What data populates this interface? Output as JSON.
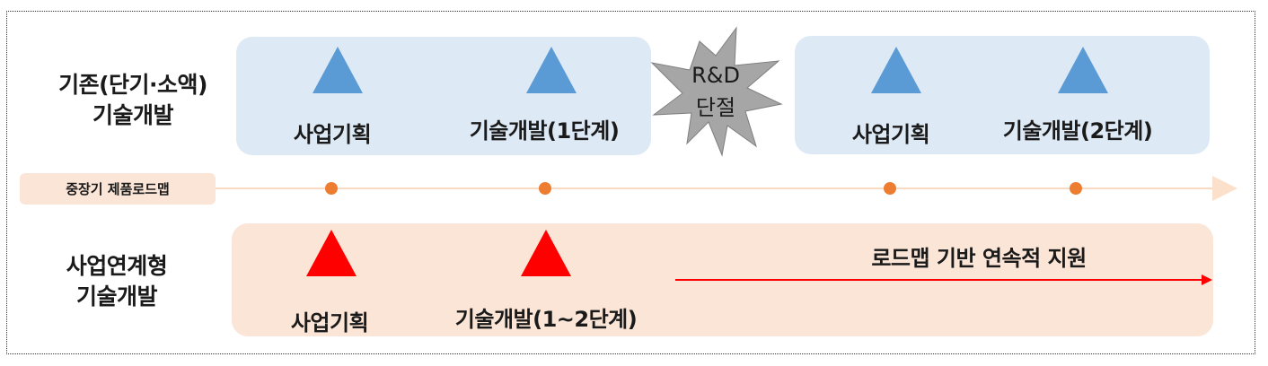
{
  "rows": {
    "existing": {
      "label_line1": "기존(단기·소액)",
      "label_line2": "기술개발",
      "steps": [
        {
          "label": "사업기획",
          "marker_color": "#5b9bd5"
        },
        {
          "label": "기술개발(1단계)",
          "marker_color": "#5b9bd5"
        },
        {
          "label": "사업기획",
          "marker_color": "#5b9bd5"
        },
        {
          "label": "기술개발(2단계)",
          "marker_color": "#5b9bd5"
        }
      ],
      "gap": {
        "line1": "R&D",
        "line2": "단절",
        "color": "#a6a6a6"
      },
      "box_color": "#dde9f5"
    },
    "roadmap": {
      "tag": "중장기 제품로드맵",
      "tag_color": "#fbe5d6",
      "dot_color": "#ed7d31",
      "dot_count": 4
    },
    "linked": {
      "label_line1": "사업연계형",
      "label_line2": "기술개발",
      "steps": [
        {
          "label": "사업기획",
          "marker_color": "#ff0000"
        },
        {
          "label": "기술개발(1~2단계)",
          "marker_color": "#ff0000"
        }
      ],
      "support": "로드맵 기반 연속적 지원",
      "box_color": "#fbe5d6"
    }
  }
}
